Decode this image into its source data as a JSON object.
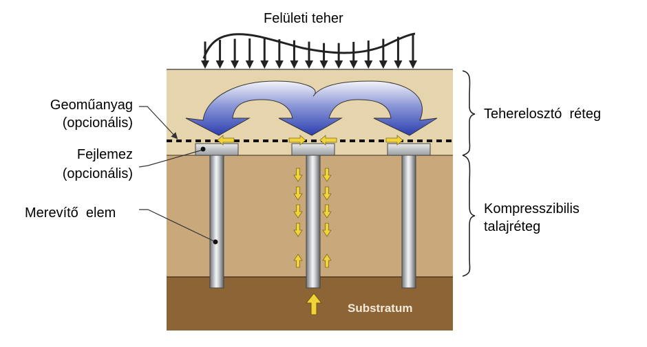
{
  "diagram": {
    "title": "Felületi teher",
    "left_labels": {
      "geosynthetic": [
        "Geoműanyag",
        "(opcionális)"
      ],
      "cap": [
        "Fejlemez",
        "(opcionális)"
      ],
      "element": "Merevítő  elem"
    },
    "right_labels": {
      "distribution_layer": "Teherelosztó  réteg",
      "compressible_layer": [
        "Kompresszibilis",
        "talajréteg"
      ]
    },
    "substratum_label": "Substratum",
    "colors": {
      "distribution_layer": "#e6d4ac",
      "compressible_layer": "#c9a97b",
      "substratum": "#8d6435",
      "arch_arrow": "#4d5fbf",
      "small_arrows": "#f2d43a",
      "pile": "#a8acb0"
    },
    "piles": 3,
    "load_arrows": 15
  }
}
